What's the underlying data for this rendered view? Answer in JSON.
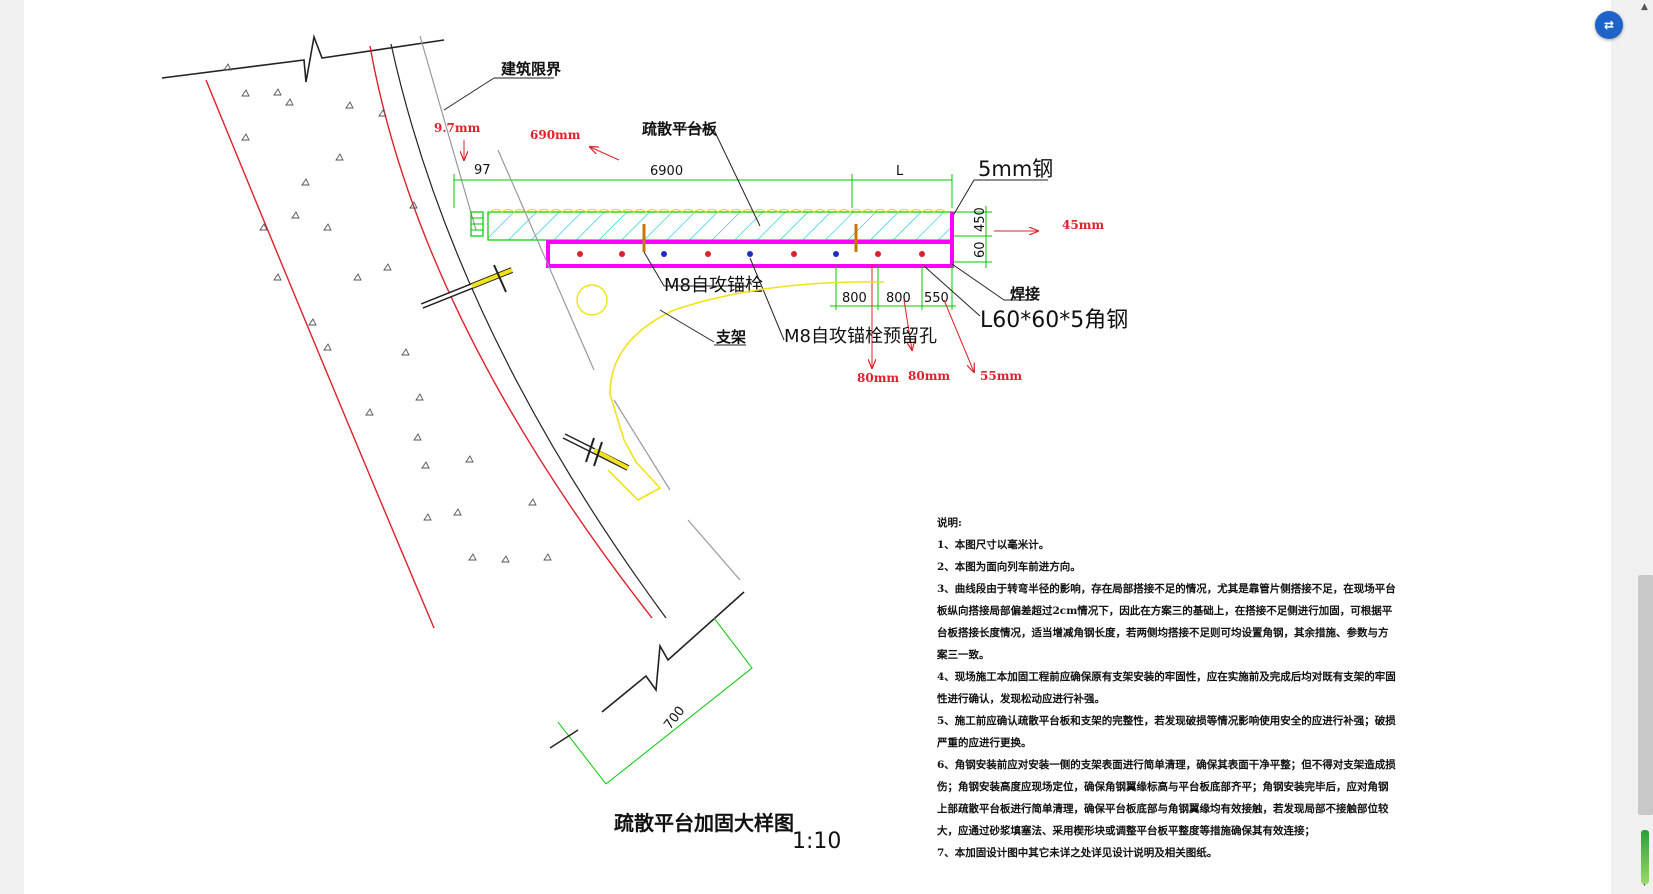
{
  "labels": {
    "building_limit": "建筑限界",
    "platform_board": "疏散平台板",
    "steel_5mm": "5mm钢",
    "weld": "焊接",
    "angle_steel": "L60*60*5角钢",
    "bolt": "M8自攻锚栓",
    "bolt_hole": "M8自攻锚栓预留孔",
    "bracket": "支架",
    "title": "疏散平台加固大样图",
    "scale": "1:10"
  },
  "dimensions": {
    "d6900": "6900",
    "dL": "L",
    "d97": "97",
    "d450": "450",
    "d60": "60",
    "d800a": "800",
    "d800b": "800",
    "d550": "550",
    "d700": "700"
  },
  "annotations": {
    "a9_7": "9.7mm",
    "a690": "690mm",
    "a45": "45mm",
    "a80a": "80mm",
    "a80b": "80mm",
    "a55": "55mm"
  },
  "notes": {
    "heading": "说明:",
    "items": [
      "1、本图尺寸以毫米计。",
      "2、本图为面向列车前进方向。",
      "3、曲线段由于转弯半径的影响，存在局部搭接不足的情况，尤其是靠管片侧搭接不足，在现场平台板纵向搭接局部偏差超过2cm情况下，因此在方案三的基础上，在搭接不足侧进行加固，可根据平台板搭接长度情况，适当增减角钢长度，若两侧均搭接不足则可均设置角钢，其余措施、参数与方案三一致。",
      "4、现场施工本加固工程前应确保原有支架安装的牢固性，应在实施前及完成后均对既有支架的牢固性进行确认，发现松动应进行补强。",
      "5、施工前应确认疏散平台板和支架的完整性，若发现破损等情况影响使用安全的应进行补强；破损严重的应进行更换。",
      "6、角钢安装前应对安装一侧的支架表面进行简单清理，确保其表面干净平整；但不得对支架造成损伤；角钢安装高度应现场定位，确保角钢翼缘标高与平台板底部齐平；角钢安装完毕后，应对角钢上部疏散平台板进行简单清理，确保平台板底部与角钢翼缘均有效接触，若发现局部不接触部位较大，应通过砂浆填塞法、采用楔形块或调整平台板平整度等措施确保其有效连接；",
      "7、本加固设计图中其它未详之处详见设计说明及相关图纸。"
    ]
  },
  "ui": {
    "float_button_icon": "translate-icon"
  },
  "colors": {
    "magenta": "#ff00ff",
    "green": "#00c800",
    "cyan": "#00c8d8",
    "red": "#e0202a",
    "yellow": "#f2e21a",
    "blue_button": "#1e63c8"
  }
}
